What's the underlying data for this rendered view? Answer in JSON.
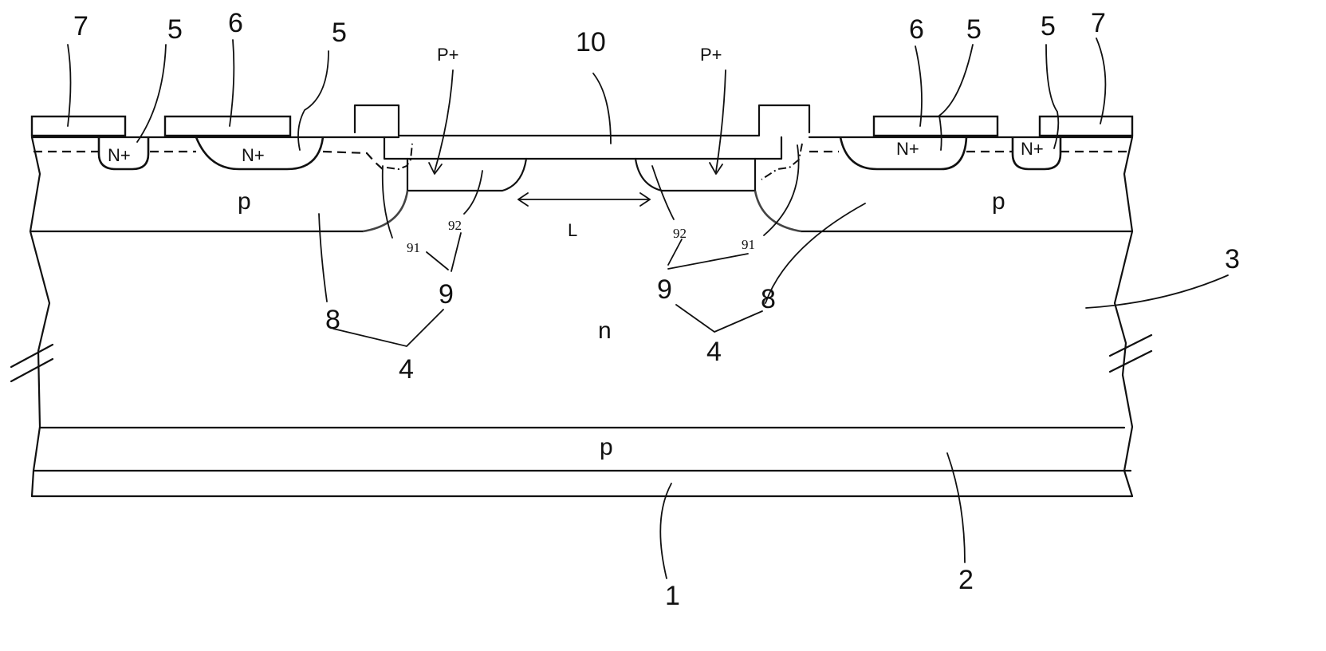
{
  "diagram": {
    "region_labels": {
      "p_left": "p",
      "p_right": "p",
      "n_drift": "n",
      "p_collector": "p",
      "nplus_1": "N+",
      "nplus_2": "N+",
      "nplus_3": "N+",
      "nplus_4": "N+",
      "pplus_left": "P+",
      "pplus_right": "P+",
      "length": "L"
    },
    "reference_numerals": {
      "n1": "1",
      "n2": "2",
      "n3": "3",
      "n4_left": "4",
      "n4_right": "4",
      "n5_a": "5",
      "n5_b": "5",
      "n5_c": "5",
      "n5_d": "5",
      "n6_left": "6",
      "n6_right": "6",
      "n7_left": "7",
      "n7_right": "7",
      "n8_left": "8",
      "n8_right": "8",
      "n9_left": "9",
      "n9_right": "9",
      "n10": "10",
      "n91_left": "91",
      "n91_right": "91",
      "n92_left": "92",
      "n92_right": "92"
    }
  }
}
